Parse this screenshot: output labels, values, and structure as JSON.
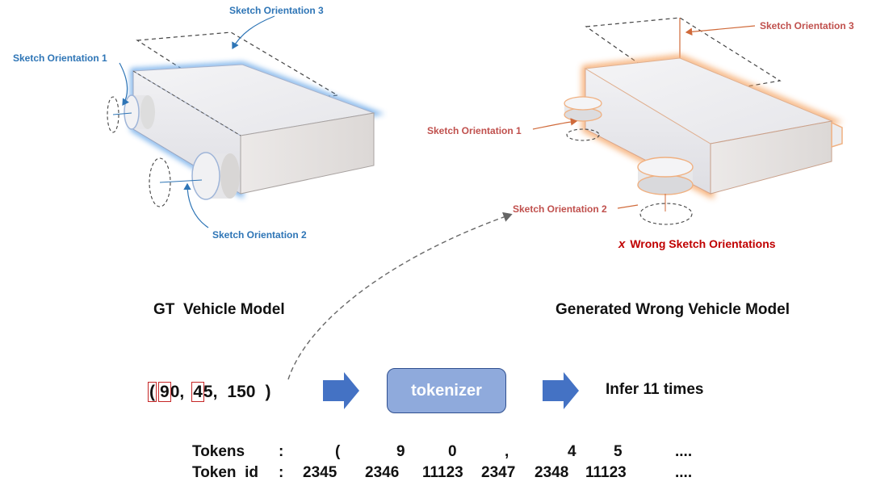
{
  "left_model": {
    "caption": "GT  Vehicle Model",
    "labels": {
      "o1": "Sketch Orientation 1",
      "o2": "Sketch Orientation 2",
      "o3": "Sketch Orientation 3"
    }
  },
  "right_model": {
    "caption": "Generated Wrong Vehicle Model",
    "labels": {
      "o1": "Sketch Orientation 1",
      "o2": "Sketch Orientation 2",
      "o3": "Sketch Orientation 3"
    },
    "error_mark": "x",
    "error_text": "Wrong Sketch Orientations"
  },
  "pipeline": {
    "tuple_open": "(",
    "v1_first": "9",
    "v1_rest": "0,",
    "v2_first": "4",
    "v2_rest": "5,",
    "v3": "150",
    "tuple_close": ")",
    "tokenizer_label": "tokenizer",
    "infer_text": "Infer 11 times"
  },
  "tokens_table": {
    "tokens_label": "Tokens",
    "tokenid_label": "Token  id",
    "colon": ":",
    "tokens": [
      "(",
      "9",
      "0",
      ",",
      "4",
      "5",
      "...."
    ],
    "ids": [
      "2345",
      "2346",
      "11123",
      "2347",
      "2348",
      "11123",
      "...."
    ]
  },
  "colors": {
    "blue_label": "#2e75b6",
    "orange_label": "#c0504d",
    "error_red": "#c00000",
    "arrow_blue": "#4472c4",
    "tokenizer_fill": "#8faadc"
  }
}
